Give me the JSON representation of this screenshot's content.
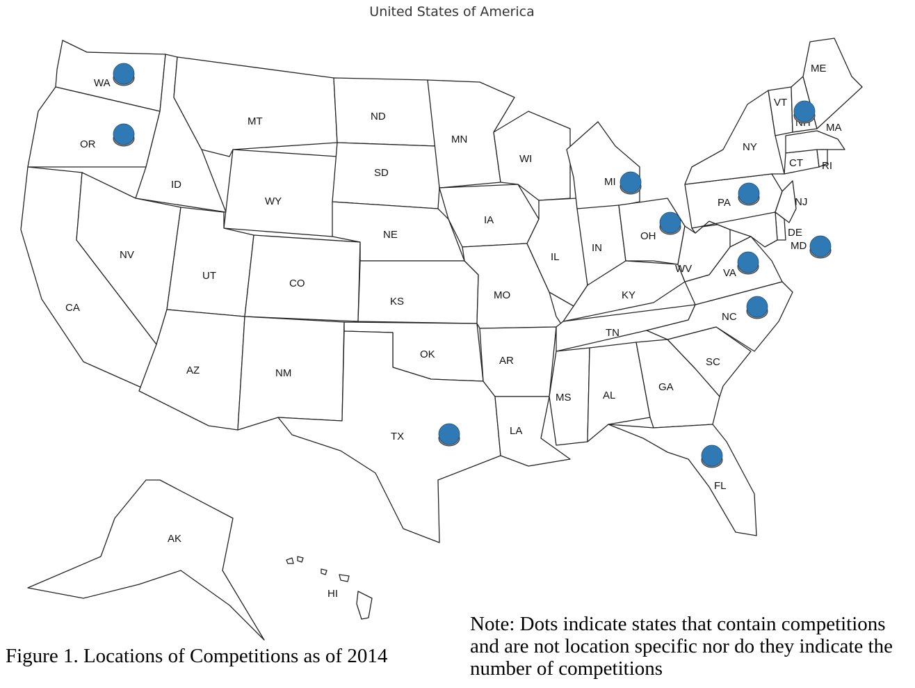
{
  "title": "United States of America",
  "caption": "Figure 1. Locations of Competitions as of 2014",
  "note": "Note: Dots indicate states that contain competitions and are not location specific nor do they indicate the number of competitions",
  "marker_color": "#2f79b5",
  "states": [
    {
      "abbr": "WA"
    },
    {
      "abbr": "OR"
    },
    {
      "abbr": "CA"
    },
    {
      "abbr": "ID"
    },
    {
      "abbr": "NV"
    },
    {
      "abbr": "MT"
    },
    {
      "abbr": "WY"
    },
    {
      "abbr": "UT"
    },
    {
      "abbr": "AZ"
    },
    {
      "abbr": "CO"
    },
    {
      "abbr": "NM"
    },
    {
      "abbr": "ND"
    },
    {
      "abbr": "SD"
    },
    {
      "abbr": "NE"
    },
    {
      "abbr": "KS"
    },
    {
      "abbr": "OK"
    },
    {
      "abbr": "TX"
    },
    {
      "abbr": "MN"
    },
    {
      "abbr": "IA"
    },
    {
      "abbr": "MO"
    },
    {
      "abbr": "AR"
    },
    {
      "abbr": "LA"
    },
    {
      "abbr": "WI"
    },
    {
      "abbr": "IL"
    },
    {
      "abbr": "MI"
    },
    {
      "abbr": "IN"
    },
    {
      "abbr": "OH"
    },
    {
      "abbr": "KY"
    },
    {
      "abbr": "TN"
    },
    {
      "abbr": "MS"
    },
    {
      "abbr": "AL"
    },
    {
      "abbr": "GA"
    },
    {
      "abbr": "FL"
    },
    {
      "abbr": "SC"
    },
    {
      "abbr": "NC"
    },
    {
      "abbr": "VA"
    },
    {
      "abbr": "WV"
    },
    {
      "abbr": "PA"
    },
    {
      "abbr": "NY"
    },
    {
      "abbr": "VT"
    },
    {
      "abbr": "NH"
    },
    {
      "abbr": "ME"
    },
    {
      "abbr": "MA"
    },
    {
      "abbr": "CT"
    },
    {
      "abbr": "RI"
    },
    {
      "abbr": "NJ"
    },
    {
      "abbr": "DE"
    },
    {
      "abbr": "MD"
    },
    {
      "abbr": "AK"
    },
    {
      "abbr": "HI"
    }
  ],
  "competition_states": [
    "WA",
    "OR",
    "TX",
    "MI",
    "OH",
    "PA",
    "NH",
    "MD",
    "VA",
    "NC",
    "FL"
  ]
}
